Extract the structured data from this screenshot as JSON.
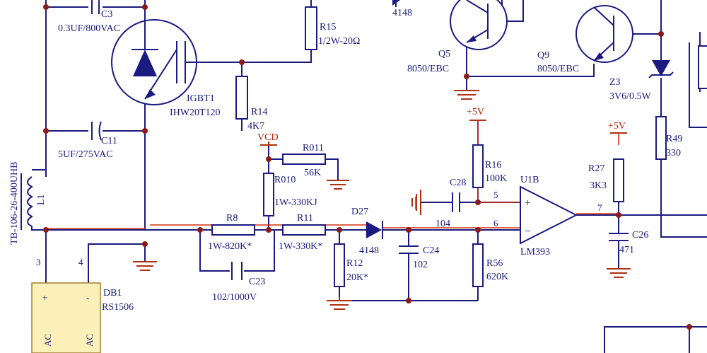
{
  "components": {
    "c3": {
      "ref": "C3",
      "value": "0.3UF/800VAC"
    },
    "r15": {
      "ref": "R15",
      "value": "1/2W-20Ω"
    },
    "d_top": {
      "value": "4148"
    },
    "q5": {
      "ref": "Q5",
      "value": "8050/EBC"
    },
    "q9": {
      "ref": "Q9",
      "value": "8050/EBC"
    },
    "igbt": {
      "ref": "IGBT1",
      "value": "IHW20T120"
    },
    "r14": {
      "ref": "R14",
      "value": "4K7"
    },
    "c11": {
      "ref": "C11",
      "value": "5UF/275VAC"
    },
    "z3": {
      "ref": "Z3",
      "value": "3V6/0.5W"
    },
    "r011": {
      "ref": "R011",
      "value": "56K"
    },
    "r010": {
      "ref": "R010",
      "value": "1W-330KJ"
    },
    "l1": {
      "ref": "L1",
      "value": "TB-106-26-400UHB"
    },
    "r8": {
      "ref": "R8",
      "value": "1W-820K*"
    },
    "r11": {
      "ref": "R11",
      "value": "1W-330K*"
    },
    "d27": {
      "ref": "D27",
      "value": "4148"
    },
    "r16": {
      "ref": "R16",
      "value": "100K"
    },
    "c28": {
      "ref": "C28",
      "value": "104"
    },
    "u1b": {
      "ref": "U1B",
      "value": "LM393"
    },
    "r27": {
      "ref": "R27",
      "value": "3K3"
    },
    "r49": {
      "ref": "R49",
      "value": "330"
    },
    "c26": {
      "ref": "C26",
      "value": "471"
    },
    "c24": {
      "ref": "C24",
      "value": "102"
    },
    "r12": {
      "ref": "R12",
      "value": "20K*"
    },
    "r56": {
      "ref": "R56",
      "value": "620K"
    },
    "c23": {
      "ref": "C23",
      "value": "102/1000V"
    },
    "db1": {
      "ref": "DB1",
      "value": "RS1506"
    }
  },
  "nets": {
    "vcd": "VCD",
    "v5a": "+5V",
    "v5b": "+5V"
  },
  "pins": {
    "db_3": "3",
    "db_4": "4",
    "db_plus": "+",
    "db_minus": "-",
    "db_ac1": "AC",
    "db_ac2": "AC",
    "u_5": "5",
    "u_6": "6",
    "u_7": "7",
    "u_plus": "+",
    "u_minus": "−"
  }
}
